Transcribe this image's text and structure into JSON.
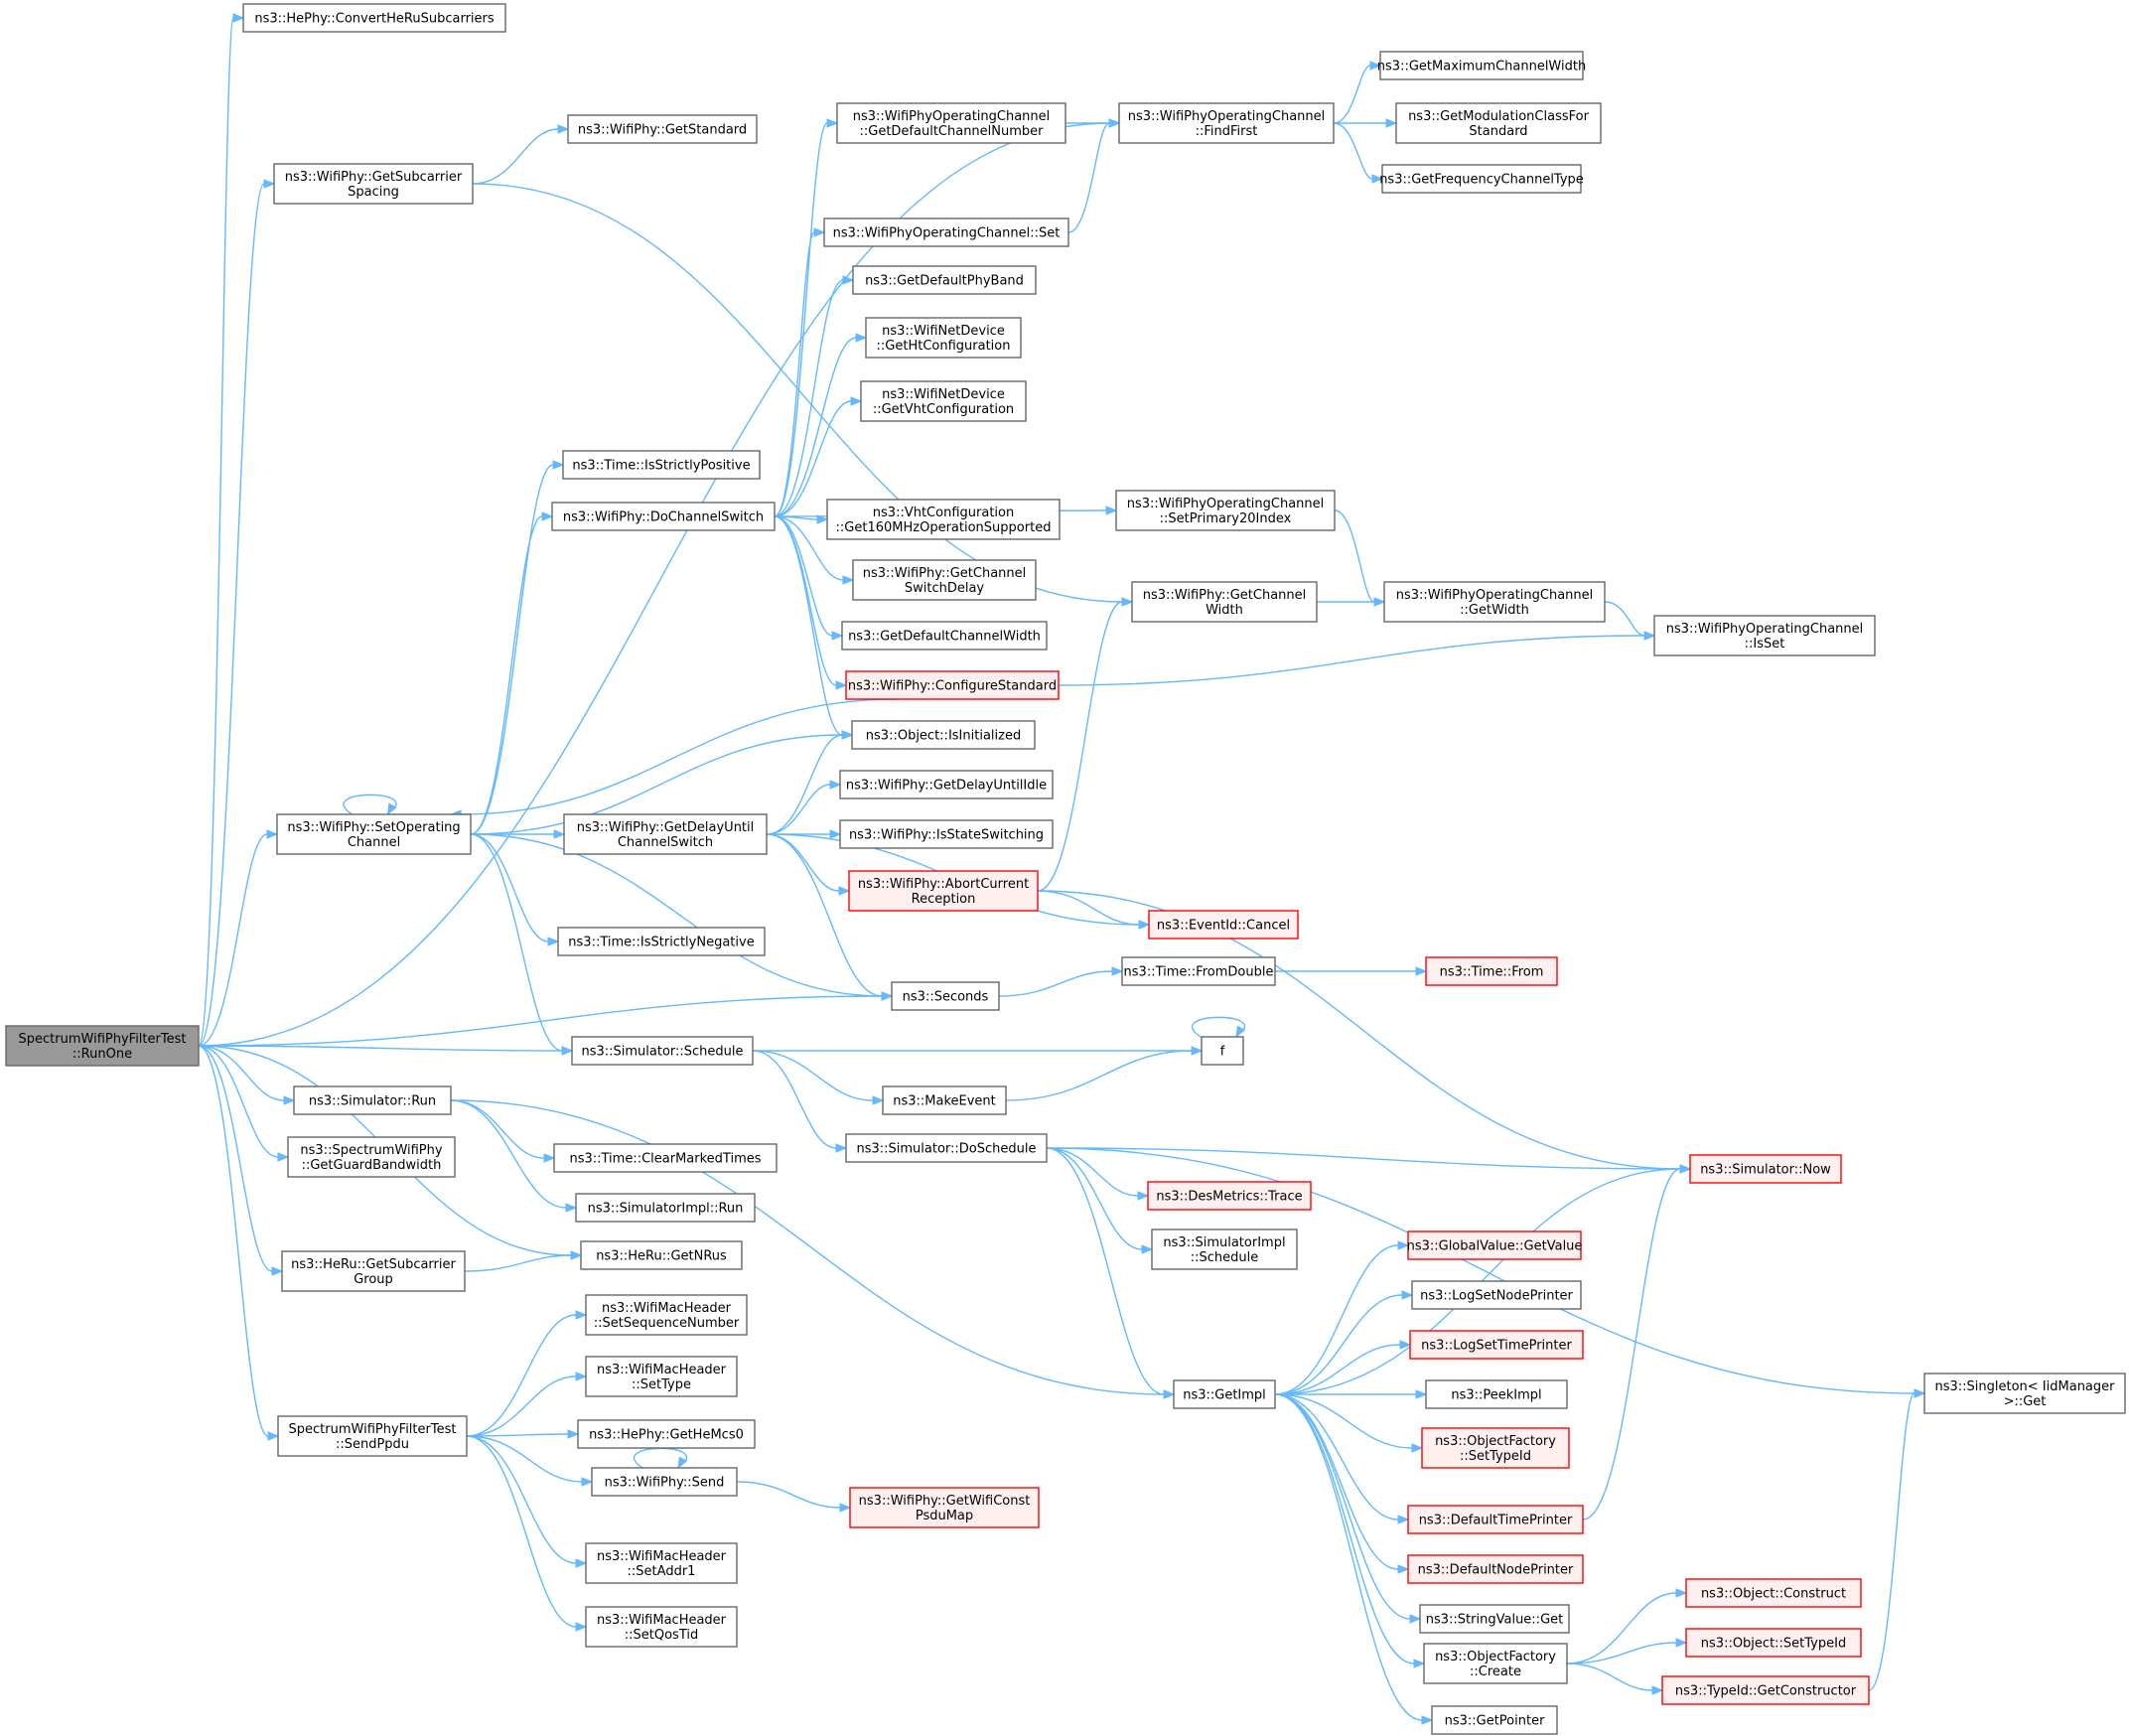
{
  "colors": {
    "edge": "#63b8ff",
    "node_border": "#666666",
    "node_fill": "#ffffff",
    "root_fill": "#999999",
    "highlight_border": "#ff0000",
    "highlight_fill": "#fff0f0"
  },
  "nodes": [
    {
      "id": "root",
      "lines": [
        "SpectrumWifiPhyFilterTest",
        "::RunOne"
      ],
      "style": "root"
    },
    {
      "id": "convert",
      "lines": [
        "ns3::HePhy::ConvertHeRuSubcarriers"
      ]
    },
    {
      "id": "getsubsp",
      "lines": [
        "ns3::WifiPhy::GetSubcarrier",
        "Spacing"
      ]
    },
    {
      "id": "getstd",
      "lines": [
        "ns3::WifiPhy::GetStandard"
      ]
    },
    {
      "id": "isstrpos",
      "lines": [
        "ns3::Time::IsStrictlyPositive"
      ]
    },
    {
      "id": "dochsw",
      "lines": [
        "ns3::WifiPhy::DoChannelSwitch"
      ]
    },
    {
      "id": "setopch",
      "lines": [
        "ns3::WifiPhy::SetOperating",
        "Channel"
      ]
    },
    {
      "id": "getdelay",
      "lines": [
        "ns3::WifiPhy::GetDelayUntil",
        "ChannelSwitch"
      ]
    },
    {
      "id": "isstrneg",
      "lines": [
        "ns3::Time::IsStrictlyNegative"
      ]
    },
    {
      "id": "schedule",
      "lines": [
        "ns3::Simulator::Schedule"
      ]
    },
    {
      "id": "simrun",
      "lines": [
        "ns3::Simulator::Run"
      ]
    },
    {
      "id": "guardbw",
      "lines": [
        "ns3::SpectrumWifiPhy",
        "::GetGuardBandwidth"
      ]
    },
    {
      "id": "subgrp",
      "lines": [
        "ns3::HeRu::GetSubcarrier",
        "Group"
      ]
    },
    {
      "id": "sendppdu",
      "lines": [
        "SpectrumWifiPhyFilterTest",
        "::SendPpdu"
      ]
    },
    {
      "id": "getdefchnum",
      "lines": [
        "ns3::WifiPhyOperatingChannel",
        "::GetDefaultChannelNumber"
      ]
    },
    {
      "id": "opchset",
      "lines": [
        "ns3::WifiPhyOperatingChannel::Set"
      ]
    },
    {
      "id": "getdefband",
      "lines": [
        "ns3::GetDefaultPhyBand"
      ]
    },
    {
      "id": "htconf",
      "lines": [
        "ns3::WifiNetDevice",
        "::GetHtConfiguration"
      ]
    },
    {
      "id": "vhtconf",
      "lines": [
        "ns3::WifiNetDevice",
        "::GetVhtConfiguration"
      ]
    },
    {
      "id": "get160",
      "lines": [
        "ns3::VhtConfiguration",
        "::Get160MHzOperationSupported"
      ]
    },
    {
      "id": "chswdelay",
      "lines": [
        "ns3::WifiPhy::GetChannel",
        "SwitchDelay"
      ]
    },
    {
      "id": "getdefchw",
      "lines": [
        "ns3::GetDefaultChannelWidth"
      ]
    },
    {
      "id": "confstd",
      "lines": [
        "ns3::WifiPhy::ConfigureStandard"
      ],
      "style": "red"
    },
    {
      "id": "isinit",
      "lines": [
        "ns3::Object::IsInitialized"
      ]
    },
    {
      "id": "delayidle",
      "lines": [
        "ns3::WifiPhy::GetDelayUntilIdle"
      ]
    },
    {
      "id": "isswitch",
      "lines": [
        "ns3::WifiPhy::IsStateSwitching"
      ]
    },
    {
      "id": "abort",
      "lines": [
        "ns3::WifiPhy::AbortCurrent",
        "Reception"
      ],
      "style": "red"
    },
    {
      "id": "cancel",
      "lines": [
        "ns3::EventId::Cancel"
      ],
      "style": "red"
    },
    {
      "id": "seconds",
      "lines": [
        "ns3::Seconds"
      ]
    },
    {
      "id": "fromdouble",
      "lines": [
        "ns3::Time::FromDouble"
      ]
    },
    {
      "id": "timefrom",
      "lines": [
        "ns3::Time::From"
      ],
      "style": "red"
    },
    {
      "id": "f",
      "lines": [
        "f"
      ]
    },
    {
      "id": "makeevent",
      "lines": [
        "ns3::MakeEvent"
      ]
    },
    {
      "id": "clearmarked",
      "lines": [
        "ns3::Time::ClearMarkedTimes"
      ]
    },
    {
      "id": "implrun",
      "lines": [
        "ns3::SimulatorImpl::Run"
      ]
    },
    {
      "id": "doschedule",
      "lines": [
        "ns3::Simulator::DoSchedule"
      ]
    },
    {
      "id": "getnrus",
      "lines": [
        "ns3::HeRu::GetNRus"
      ]
    },
    {
      "id": "setseq",
      "lines": [
        "ns3::WifiMacHeader",
        "::SetSequenceNumber"
      ]
    },
    {
      "id": "settype",
      "lines": [
        "ns3::WifiMacHeader",
        "::SetType"
      ]
    },
    {
      "id": "hemcs0",
      "lines": [
        "ns3::HePhy::GetHeMcs0"
      ]
    },
    {
      "id": "send",
      "lines": [
        "ns3::WifiPhy::Send"
      ]
    },
    {
      "id": "setaddr1",
      "lines": [
        "ns3::WifiMacHeader",
        "::SetAddr1"
      ]
    },
    {
      "id": "setqos",
      "lines": [
        "ns3::WifiMacHeader",
        "::SetQosTid"
      ]
    },
    {
      "id": "psdumap",
      "lines": [
        "ns3::WifiPhy::GetWifiConst",
        "PsduMap"
      ],
      "style": "red"
    },
    {
      "id": "findfirst",
      "lines": [
        "ns3::WifiPhyOperatingChannel",
        "::FindFirst"
      ]
    },
    {
      "id": "maxchw",
      "lines": [
        "ns3::GetMaximumChannelWidth"
      ]
    },
    {
      "id": "modclass",
      "lines": [
        "ns3::GetModulationClassFor",
        "Standard"
      ]
    },
    {
      "id": "freqtype",
      "lines": [
        "ns3::GetFrequencyChannelType"
      ]
    },
    {
      "id": "setprim",
      "lines": [
        "ns3::WifiPhyOperatingChannel",
        "::SetPrimary20Index"
      ]
    },
    {
      "id": "getchw",
      "lines": [
        "ns3::WifiPhy::GetChannel",
        "Width"
      ]
    },
    {
      "id": "opchgetw",
      "lines": [
        "ns3::WifiPhyOperatingChannel",
        "::GetWidth"
      ]
    },
    {
      "id": "opchisset",
      "lines": [
        "ns3::WifiPhyOperatingChannel",
        "::IsSet"
      ]
    },
    {
      "id": "trace",
      "lines": [
        "ns3::DesMetrics::Trace"
      ],
      "style": "red"
    },
    {
      "id": "implsched",
      "lines": [
        "ns3::SimulatorImpl",
        "::Schedule"
      ]
    },
    {
      "id": "getimpl",
      "lines": [
        "ns3::GetImpl"
      ]
    },
    {
      "id": "now",
      "lines": [
        "ns3::Simulator::Now"
      ],
      "style": "red"
    },
    {
      "id": "gvget",
      "lines": [
        "ns3::GlobalValue::GetValue"
      ],
      "style": "red"
    },
    {
      "id": "lognode",
      "lines": [
        "ns3::LogSetNodePrinter"
      ]
    },
    {
      "id": "logtime",
      "lines": [
        "ns3::LogSetTimePrinter"
      ],
      "style": "red"
    },
    {
      "id": "peek",
      "lines": [
        "ns3::PeekImpl"
      ]
    },
    {
      "id": "ofsettype",
      "lines": [
        "ns3::ObjectFactory",
        "::SetTypeId"
      ],
      "style": "red"
    },
    {
      "id": "deftime",
      "lines": [
        "ns3::DefaultTimePrinter"
      ],
      "style": "red"
    },
    {
      "id": "defnode",
      "lines": [
        "ns3::DefaultNodePrinter"
      ],
      "style": "red"
    },
    {
      "id": "strget",
      "lines": [
        "ns3::StringValue::Get"
      ]
    },
    {
      "id": "ofcreate",
      "lines": [
        "ns3::ObjectFactory",
        "::Create"
      ]
    },
    {
      "id": "getptr",
      "lines": [
        "ns3::GetPointer"
      ]
    },
    {
      "id": "objcon",
      "lines": [
        "ns3::Object::Construct"
      ],
      "style": "red"
    },
    {
      "id": "objsettype",
      "lines": [
        "ns3::Object::SetTypeId"
      ],
      "style": "red"
    },
    {
      "id": "getctor",
      "lines": [
        "ns3::TypeId::GetConstructor"
      ],
      "style": "red"
    },
    {
      "id": "singleton",
      "lines": [
        "ns3::Singleton< IidManager",
        ">::Get"
      ]
    }
  ],
  "edges": [
    [
      "root",
      "convert"
    ],
    [
      "root",
      "findfirst"
    ],
    [
      "root",
      "getsubsp"
    ],
    [
      "root",
      "setopch"
    ],
    [
      "root",
      "seconds"
    ],
    [
      "root",
      "schedule"
    ],
    [
      "root",
      "simrun"
    ],
    [
      "root",
      "guardbw"
    ],
    [
      "root",
      "getnrus"
    ],
    [
      "root",
      "subgrp"
    ],
    [
      "root",
      "sendppdu"
    ],
    [
      "getsubsp",
      "getstd"
    ],
    [
      "getsubsp",
      "getchw"
    ],
    [
      "setopch",
      "setopch"
    ],
    [
      "setopch",
      "isstrpos"
    ],
    [
      "setopch",
      "dochsw"
    ],
    [
      "setopch",
      "getdelay"
    ],
    [
      "setopch",
      "isinit"
    ],
    [
      "setopch",
      "isstrneg"
    ],
    [
      "setopch",
      "seconds"
    ],
    [
      "setopch",
      "schedule"
    ],
    [
      "dochsw",
      "getdefchnum"
    ],
    [
      "dochsw",
      "opchset"
    ],
    [
      "dochsw",
      "getdefband"
    ],
    [
      "dochsw",
      "htconf"
    ],
    [
      "dochsw",
      "vhtconf"
    ],
    [
      "dochsw",
      "setprim"
    ],
    [
      "dochsw",
      "get160"
    ],
    [
      "dochsw",
      "chswdelay"
    ],
    [
      "dochsw",
      "getdefchw"
    ],
    [
      "dochsw",
      "confstd"
    ],
    [
      "dochsw",
      "isinit"
    ],
    [
      "confstd",
      "setopch"
    ],
    [
      "confstd",
      "opchisset"
    ],
    [
      "getdelay",
      "isinit"
    ],
    [
      "getdelay",
      "delayidle"
    ],
    [
      "getdelay",
      "isswitch"
    ],
    [
      "getdelay",
      "abort"
    ],
    [
      "getdelay",
      "cancel"
    ],
    [
      "getdelay",
      "seconds"
    ],
    [
      "abort",
      "getchw"
    ],
    [
      "abort",
      "cancel"
    ],
    [
      "abort",
      "now"
    ],
    [
      "getdefchnum",
      "findfirst"
    ],
    [
      "opchset",
      "findfirst"
    ],
    [
      "findfirst",
      "maxchw"
    ],
    [
      "findfirst",
      "modclass"
    ],
    [
      "findfirst",
      "freqtype"
    ],
    [
      "setprim",
      "opchgetw"
    ],
    [
      "getchw",
      "opchgetw"
    ],
    [
      "opchgetw",
      "opchisset"
    ],
    [
      "seconds",
      "fromdouble"
    ],
    [
      "fromdouble",
      "timefrom"
    ],
    [
      "schedule",
      "f"
    ],
    [
      "schedule",
      "makeevent"
    ],
    [
      "schedule",
      "doschedule"
    ],
    [
      "f",
      "f"
    ],
    [
      "makeevent",
      "f"
    ],
    [
      "simrun",
      "clearmarked"
    ],
    [
      "simrun",
      "implrun"
    ],
    [
      "simrun",
      "getimpl"
    ],
    [
      "doschedule",
      "singleton"
    ],
    [
      "doschedule",
      "now"
    ],
    [
      "doschedule",
      "trace"
    ],
    [
      "doschedule",
      "implsched"
    ],
    [
      "doschedule",
      "getimpl"
    ],
    [
      "subgrp",
      "getnrus"
    ],
    [
      "sendppdu",
      "setseq"
    ],
    [
      "sendppdu",
      "settype"
    ],
    [
      "sendppdu",
      "hemcs0"
    ],
    [
      "sendppdu",
      "send"
    ],
    [
      "sendppdu",
      "setaddr1"
    ],
    [
      "sendppdu",
      "setqos"
    ],
    [
      "send",
      "send"
    ],
    [
      "send",
      "psdumap"
    ],
    [
      "getimpl",
      "now"
    ],
    [
      "getimpl",
      "gvget"
    ],
    [
      "getimpl",
      "lognode"
    ],
    [
      "getimpl",
      "logtime"
    ],
    [
      "getimpl",
      "peek"
    ],
    [
      "getimpl",
      "ofsettype"
    ],
    [
      "getimpl",
      "deftime"
    ],
    [
      "getimpl",
      "defnode"
    ],
    [
      "getimpl",
      "strget"
    ],
    [
      "getimpl",
      "ofcreate"
    ],
    [
      "getimpl",
      "getptr"
    ],
    [
      "deftime",
      "now"
    ],
    [
      "ofcreate",
      "objcon"
    ],
    [
      "ofcreate",
      "objsettype"
    ],
    [
      "ofcreate",
      "getctor"
    ],
    [
      "getctor",
      "singleton"
    ]
  ]
}
